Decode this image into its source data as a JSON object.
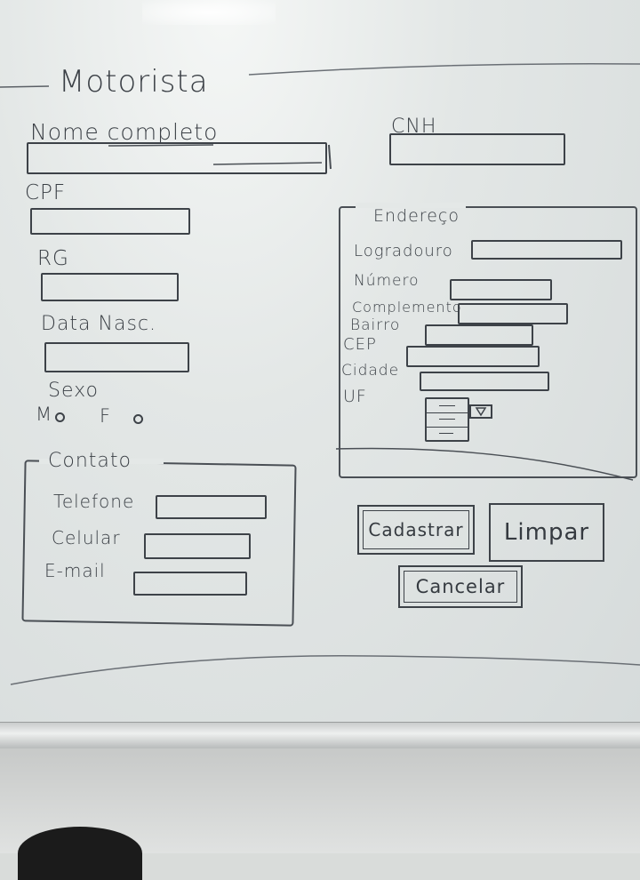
{
  "title": "Motorista",
  "fields": {
    "nome": "Nome completo",
    "cnh": "CNH",
    "cpf": "CPF",
    "rg": "RG",
    "data_nasc": "Data Nasc.",
    "sexo": "Sexo",
    "sexo_m": "M",
    "sexo_f": "F"
  },
  "contato": {
    "legend": "Contato",
    "telefone": "Telefone",
    "celular": "Celular",
    "email": "E-mail"
  },
  "endereco": {
    "legend": "Endereço",
    "logradouro": "Logradouro",
    "numero": "Número",
    "complemento": "Complemento",
    "bairro": "Bairro",
    "cep": "CEP",
    "cidade": "Cidade",
    "uf": "UF"
  },
  "buttons": {
    "cadastrar": "Cadastrar",
    "limpar": "Limpar",
    "cancelar": "Cancelar"
  },
  "colors": {
    "marker": "#3a3f45",
    "board": "#e3e7e6"
  }
}
